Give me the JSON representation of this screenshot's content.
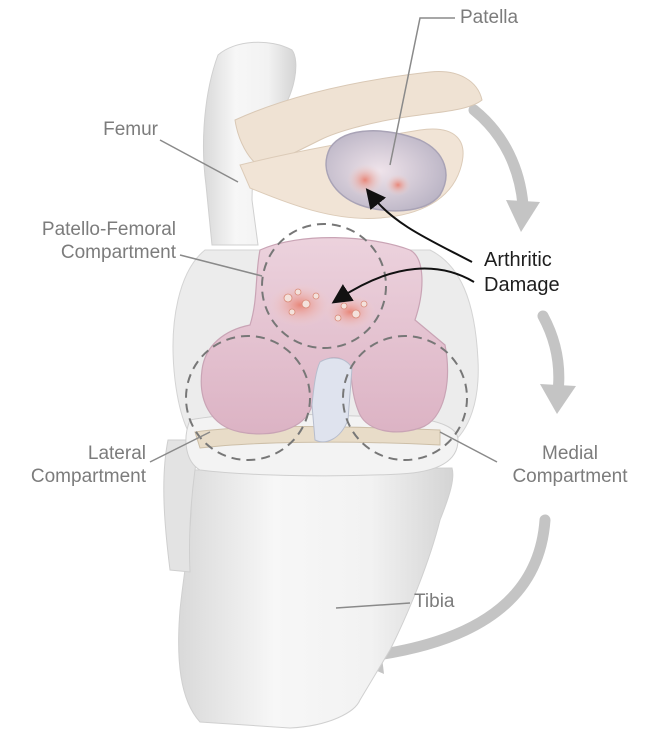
{
  "labels": {
    "patella": "Patella",
    "femur": "Femur",
    "patello_femoral": [
      "Patello-Femoral",
      "Compartment"
    ],
    "arthritic_damage": [
      "Arthritic",
      "Damage"
    ],
    "lateral": [
      "Lateral",
      "Compartment"
    ],
    "medial": [
      "Medial",
      "Compartment"
    ],
    "tibia": "Tibia"
  },
  "colors": {
    "label_text": "#7c7c7c",
    "callout_text": "#1e1e1e",
    "leader_line": "#8a8a8a",
    "flow_arrow": "#c2c2c2",
    "compartment_outline": "#7a7a7a",
    "cartilage": "#e9c9d6",
    "damage": "#e7927f",
    "bone": "#f1f1f1"
  }
}
